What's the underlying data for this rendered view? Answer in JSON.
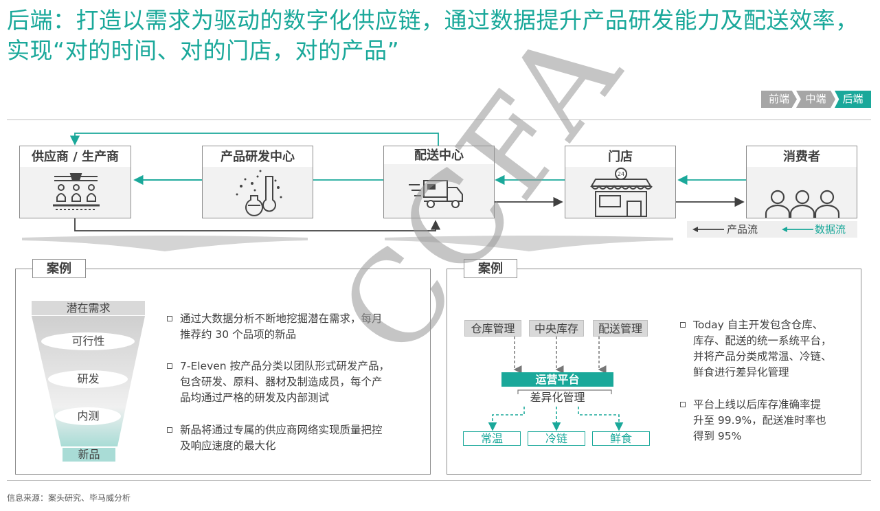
{
  "title": "后端：打造以需求为驱动的数字化供应链，通过数据提升产品研发能力及配送效率，实现“对的时间、对的门店，对的产品”",
  "breadcrumb": [
    "前端",
    "中端",
    "后端"
  ],
  "chain": [
    {
      "label": "供应商 / 生产商",
      "icon": "factory-icon"
    },
    {
      "label": "产品研发中心",
      "icon": "lab-flask-icon"
    },
    {
      "label": "配送中心",
      "icon": "delivery-truck-icon"
    },
    {
      "label": "门店",
      "icon": "store-icon",
      "badge": "24"
    },
    {
      "label": "消费者",
      "icon": "consumers-icon"
    }
  ],
  "legend": {
    "product_flow": "产品流",
    "data_flow": "数据流"
  },
  "colors": {
    "accent": "#1aa89a",
    "gray": "#a6a6a6",
    "dark": "#404040"
  },
  "case_left": {
    "tag": "案例",
    "funnel": [
      "潜在需求",
      "可行性",
      "研发",
      "内测",
      "新品"
    ],
    "bullets": [
      [
        "通过大数据分析不断地挖掘潜在需求，每月",
        "推荐约 30 个品项的新品"
      ],
      [
        "7-Eleven 按产品分类以团队形式研发产品，",
        "包含研发、原料、器材及制造成员，每个产",
        "品均通过严格的研发及内部测试"
      ],
      [
        "新品将通过专属的供应商网络实现质量把控",
        "及响应速度的最大化"
      ]
    ]
  },
  "case_right": {
    "tag": "案例",
    "inputs": [
      "仓库管理",
      "中央库存",
      "配送管理"
    ],
    "platform": "运营平台",
    "diff": "差异化管理",
    "outputs": [
      "常温",
      "冷链",
      "鲜食"
    ],
    "bullets": [
      [
        "Today 自主开发包含仓库、",
        "库存、配送的统一系统平台，",
        "并将产品分类成常温、冷链、",
        "鲜食进行差异化管理"
      ],
      [
        "平台上线以后库存准确率提",
        "升至 99.9%，配送准时率也",
        "得到 95%"
      ]
    ]
  },
  "source": "信息来源：案头研究、毕马威分析",
  "watermark": "CCFA"
}
